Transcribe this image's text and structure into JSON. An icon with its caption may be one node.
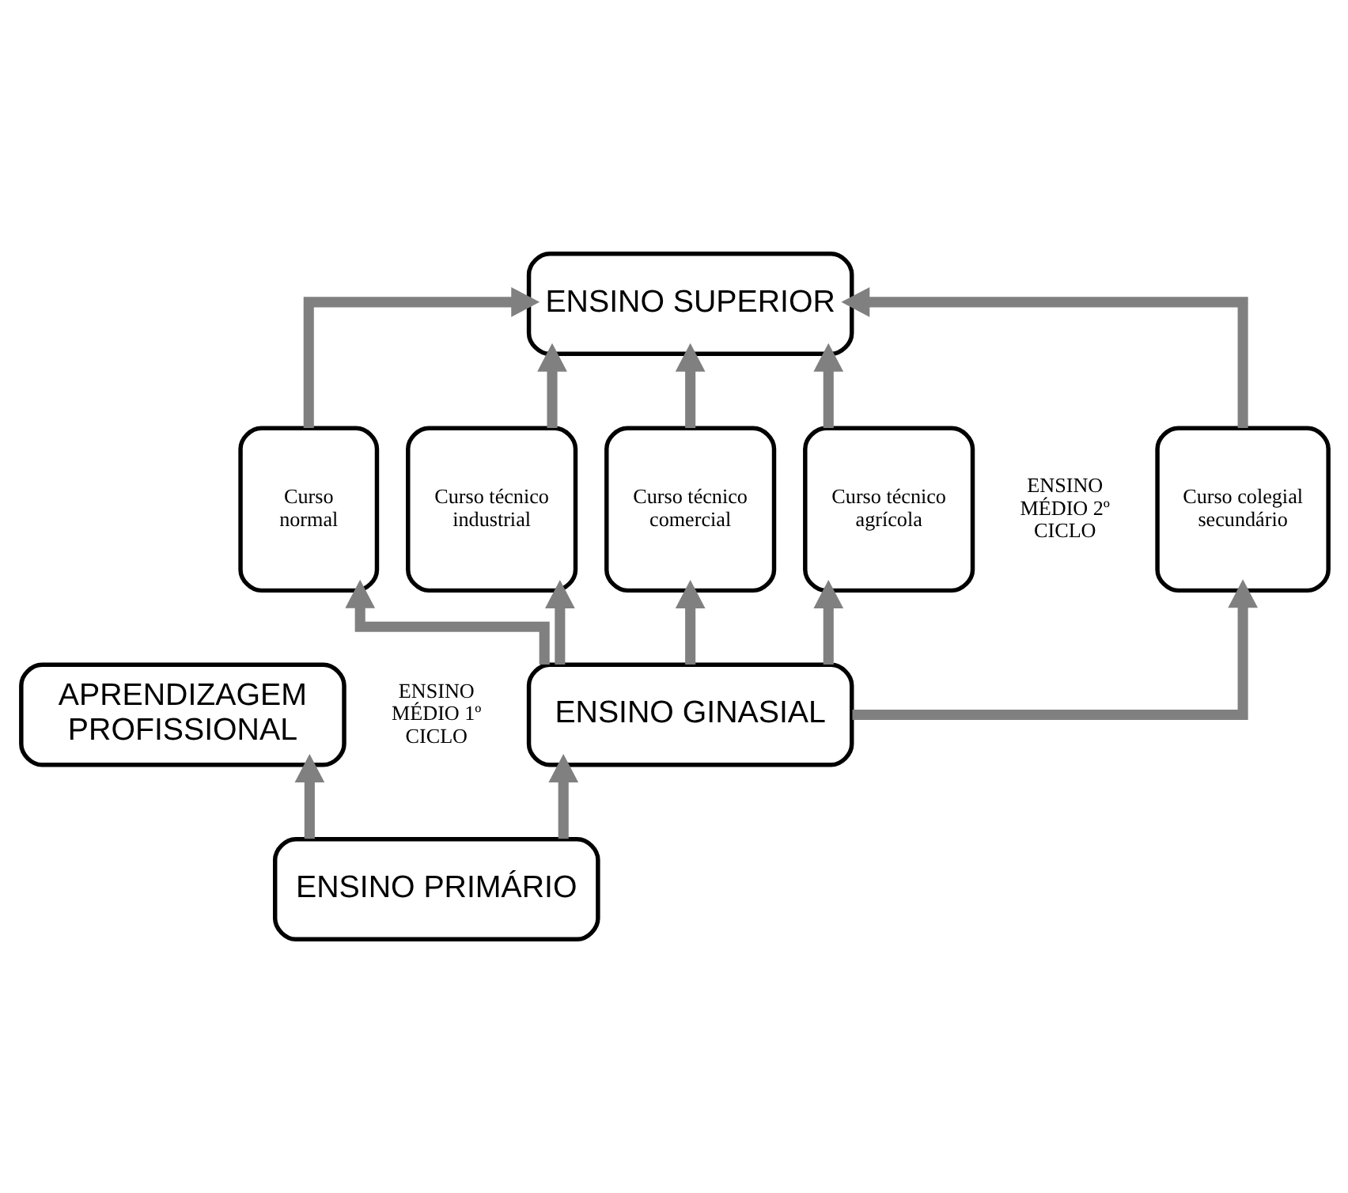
{
  "diagram": {
    "nodes": [
      {
        "text": [
          "ENSINO SUPERIOR"
        ]
      },
      {
        "text": [
          "Curso colegial secundário"
        ]
      },
      {
        "text": [
          "Curso normal"
        ]
      },
      {
        "text": [
          "Curso técnico industrial"
        ]
      },
      {
        "text": [
          "Curso técnico comercial"
        ]
      },
      {
        "text": [
          "Curso técnico agrícola"
        ]
      },
      {
        "text": [
          "ENSINO GINASIAL"
        ]
      },
      {
        "text": [
          "APRENDIZAGEM PROFISSIONAL"
        ]
      },
      {
        "text": [
          "ENSINO PRIMÁRIO"
        ]
      }
    ],
    "edges": [
      {
        "from": 1,
        "to": 0,
        "arrow": "to"
      },
      {
        "from": 2,
        "to": 0,
        "arrow": "to"
      },
      {
        "from": 3,
        "to": 0,
        "arrow": "to"
      },
      {
        "from": 4,
        "to": 0,
        "arrow": "to"
      },
      {
        "from": 5,
        "to": 0,
        "arrow": "to"
      },
      {
        "from": 6,
        "to": 1,
        "arrow": "to"
      },
      {
        "from": 6,
        "to": 2,
        "arrow": "to"
      },
      {
        "from": 6,
        "to": 3,
        "arrow": "to"
      },
      {
        "from": 6,
        "to": 4,
        "arrow": "to"
      },
      {
        "from": 6,
        "to": 5,
        "arrow": "to"
      },
      {
        "from": 8,
        "to": 6,
        "arrow": "to"
      },
      {
        "from": 8,
        "to": 7,
        "arrow": "to"
      }
    ],
    "labels": [
      "ENSINO MÉDIO 2º CICLO",
      "ENSINO MÉDIO 1º CICLO"
    ]
  }
}
